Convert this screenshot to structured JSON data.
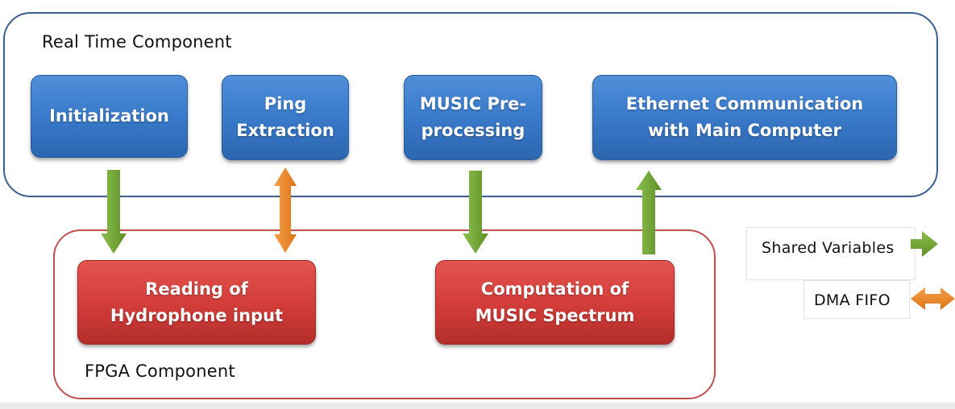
{
  "containers": {
    "real_time": {
      "label": "Real Time Component"
    },
    "fpga": {
      "label": "FPGA Component"
    }
  },
  "boxes": {
    "initialization": "Initialization",
    "ping_extraction": "Ping\nExtraction",
    "music_preprocessing": "MUSIC Pre-\nprocessing",
    "ethernet": "Ethernet Communication\nwith Main Computer",
    "reading": "Reading of\nHydrophone input",
    "computation": "Computation of\nMUSIC Spectrum"
  },
  "legend": {
    "shared_variables": "Shared Variables",
    "dma_fifo": "DMA FIFO"
  },
  "colors": {
    "real_time_border": "#3a5f8f",
    "fpga_border": "#c0504d",
    "shared_variable_arrow": "#77a33a",
    "dma_fifo_arrow": "#ef8a2b"
  },
  "connections": [
    {
      "from": "Initialization",
      "to": "Reading of Hydrophone input",
      "type": "shared-variable"
    },
    {
      "from": "Ping Extraction",
      "to": "Reading of Hydrophone input",
      "type": "dma-fifo",
      "bidirectional": true
    },
    {
      "from": "MUSIC Pre-processing",
      "to": "Computation of MUSIC Spectrum",
      "type": "shared-variable"
    },
    {
      "from": "Computation of MUSIC Spectrum",
      "to": "Ethernet Communication with Main Computer",
      "type": "shared-variable"
    }
  ]
}
